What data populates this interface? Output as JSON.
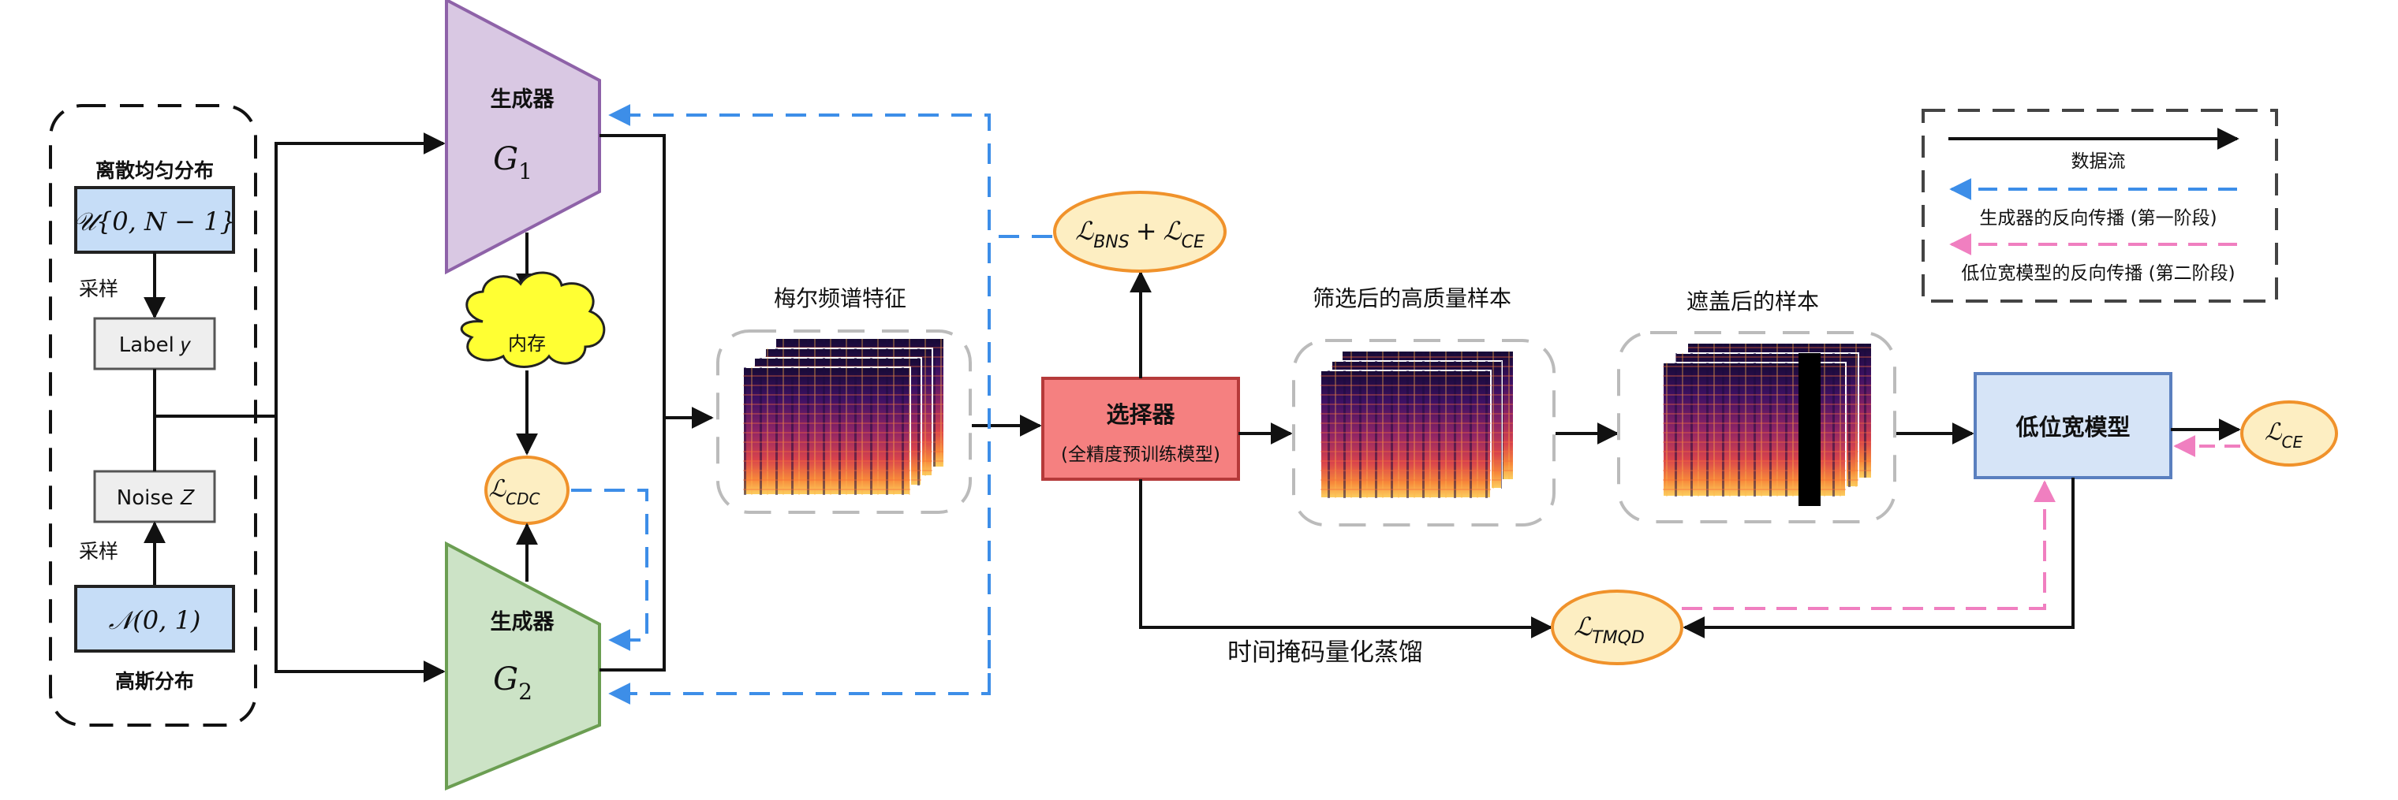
{
  "left_panel": {
    "uniform_title": "离散均匀分布",
    "uniform_formula": "𝒰{0, N − 1}",
    "sample_label_1": "采样",
    "label_box": "Label 𝑦",
    "noise_box": "Noise 𝑍",
    "sample_label_2": "采样",
    "gaussian_formula": "𝒩(0, 1)",
    "gaussian_title": "高斯分布"
  },
  "generators": {
    "g1_title": "生成器",
    "g1_symbol": "G",
    "g1_sub": "1",
    "g2_title": "生成器",
    "g2_symbol": "G",
    "g2_sub": "2",
    "memory_label": "内存"
  },
  "losses": {
    "cdc_script": "ℒ",
    "cdc_sub": "CDC",
    "bns_script": "ℒ",
    "bns_sub": "BNS",
    "plus": "+",
    "ce_script": "ℒ",
    "ce_sub": "CE",
    "tmqd_script": "ℒ",
    "tmqd_sub": "TMQD",
    "ce_out_script": "ℒ",
    "ce_out_sub": "CE"
  },
  "features": {
    "mel_label": "梅尔频谱特征",
    "filtered_label": "筛选后的高质量样本",
    "masked_label": "遮盖后的样本"
  },
  "selector": {
    "title": "选择器",
    "subtitle": "(全精度预训练模型)"
  },
  "low_bit_model": "低位宽模型",
  "distill_label": "时间掩码量化蒸馏",
  "legend": {
    "data_flow": "数据流",
    "generator_backprop": "生成器的反向传播 (第一阶段)",
    "lowbit_backprop": "低位宽模型的反向传播 (第二阶段)"
  },
  "colors": {
    "data_flow": "#111111",
    "generator_backprop": "#3d8ee8",
    "lowbit_backprop": "#f07fc0",
    "g1_fill": "#d9c8e3",
    "g2_fill": "#cce3c6",
    "selector_fill": "#f58080",
    "lowbit_fill": "#d6e4f7",
    "loss_fill": "#fdeec2",
    "loss_stroke": "#f0922b",
    "memory_fill": "#ffff33"
  }
}
